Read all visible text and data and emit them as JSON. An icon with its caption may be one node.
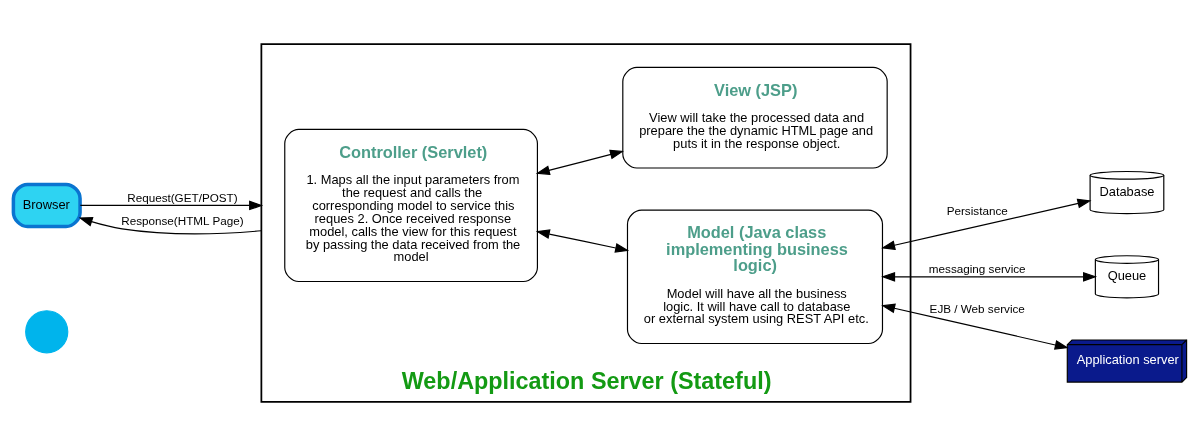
{
  "diagram": {
    "nodes": [
      {
        "text": [
          "Browser"
        ]
      },
      {
        "text": [],
        "shape": "person"
      },
      {
        "text": [
          "Web/Application Server (Stateful)"
        ]
      },
      {
        "text": [
          "Controller (Servlet)",
          "1. Maps all the input parameters from the request and calls the corresponding model to service this reques 2. Once received response model, calls the view for this request by passing the data received from the model"
        ],
        "in": 2
      },
      {
        "text": [
          "Model (Java class implementing business logic)",
          "Model will have all the business logic. It will have call to database or external system using REST API etc."
        ],
        "in": 2
      },
      {
        "text": [
          "View (JSP)",
          "View will take the processed data and prepare the the dynamic HTML page and puts it in the response object."
        ],
        "in": 2
      },
      {
        "text": [
          "Database"
        ]
      },
      {
        "text": [
          "Queue"
        ]
      },
      {
        "text": [
          "Application server"
        ]
      }
    ],
    "edges": [
      {
        "from": 0,
        "to": 2,
        "arrow": "to",
        "label": "Request(GET/POST)"
      },
      {
        "from": 2,
        "to": 0,
        "arrow": "to",
        "label": "Response(HTML Page)"
      },
      {
        "from": 3,
        "to": 4,
        "arrow": "both"
      },
      {
        "from": 3,
        "to": 5,
        "arrow": "both"
      },
      {
        "from": 4,
        "to": 6,
        "arrow": "both",
        "label": "Persistance"
      },
      {
        "from": 4,
        "to": 7,
        "arrow": "both",
        "label": "messaging service"
      },
      {
        "from": 4,
        "to": 8,
        "arrow": "both",
        "label": "EJB / Web service"
      }
    ]
  }
}
